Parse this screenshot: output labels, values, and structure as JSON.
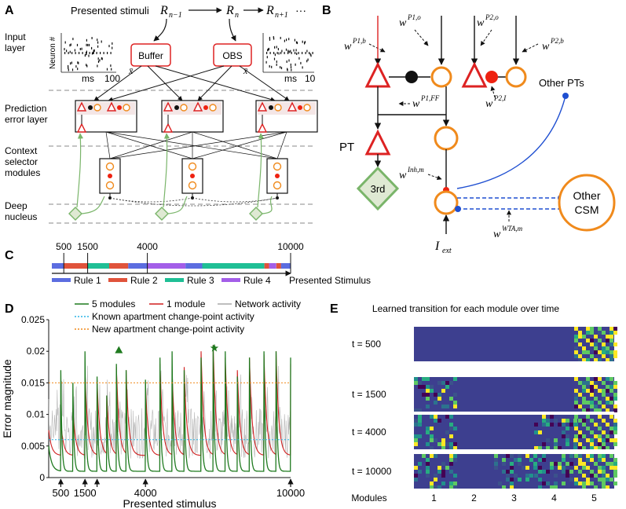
{
  "panels": {
    "a": "A",
    "b": "B",
    "c": "C",
    "d": "D",
    "e": "E"
  },
  "panel_a": {
    "presented_stimuli": "Presented stimuli",
    "r_prev": "R",
    "r_prev_sub": "n−1",
    "r_cur": "R",
    "r_cur_sub": "n",
    "r_next": "R",
    "r_next_sub": "n+1",
    "ellipsis": "···",
    "buffer": "Buffer",
    "obs": "OBS",
    "x_bar": "x̄",
    "raster_ylabel": "Neuron #",
    "raster_xlabel": "ms",
    "raster_tick_1": "100",
    "raster_tick_2": "10",
    "layers": [
      "Input\nlayer",
      "Prediction\nerror layer",
      "Context\nselector\nmodules",
      "Deep\nnucleus"
    ]
  },
  "panel_b": {
    "w_p1b": "w",
    "w_p1b_sup": "P1,b",
    "w_p1o": "w",
    "w_p1o_sup": "P1,o",
    "w_p2o": "w",
    "w_p2o_sup": "P2,o",
    "w_p2b": "w",
    "w_p2b_sup": "P2,b",
    "w_p2i": "w",
    "w_p2i_sup": "P2,I",
    "w_p1ff": "w",
    "w_p1ff_sup": "P1,FF",
    "w_inh": "w",
    "w_inh_sup": "Inh,m",
    "w_wta": "w",
    "w_wta_sup": "WTA,m",
    "i_ext": "I",
    "i_ext_sub": "ext",
    "pt": "PT",
    "third": "3rd",
    "other_pts": "Other PTs",
    "other_csm_1": "Other",
    "other_csm_2": "CSM"
  },
  "panel_c": {
    "ticks": [
      "500",
      "1500",
      "4000",
      "10000"
    ],
    "legend": [
      "Rule 1",
      "Rule 2",
      "Rule 3",
      "Rule 4"
    ],
    "presented": "Presented Stimulus",
    "colors": {
      "rule1": "#5c6de0",
      "rule2": "#e0533b",
      "rule3": "#1fbf95",
      "rule4": "#a35ee8"
    },
    "segments": [
      {
        "rule": 1,
        "start": 0,
        "end": 500
      },
      {
        "rule": 2,
        "start": 500,
        "end": 1500
      },
      {
        "rule": 3,
        "start": 1500,
        "end": 2400
      },
      {
        "rule": 2,
        "start": 2400,
        "end": 3200
      },
      {
        "rule": 1,
        "start": 3200,
        "end": 4000
      },
      {
        "rule": 4,
        "start": 4000,
        "end": 5600
      },
      {
        "rule": 1,
        "start": 5600,
        "end": 6300
      },
      {
        "rule": 3,
        "start": 6300,
        "end": 8900
      },
      {
        "rule": 2,
        "start": 8900,
        "end": 9100
      },
      {
        "rule": 4,
        "start": 9100,
        "end": 9400
      },
      {
        "rule": 2,
        "start": 9400,
        "end": 9600
      },
      {
        "rule": 1,
        "start": 9600,
        "end": 10000
      }
    ]
  },
  "chart_data": {
    "type": "line",
    "xlabel": "Presented stimulus",
    "ylabel": "Error magnitude",
    "ylim": [
      0,
      0.025
    ],
    "xlim": [
      0,
      10000
    ],
    "yticks": [
      "0",
      "0.005",
      "0.01",
      "0.015",
      "0.02",
      "0.025"
    ],
    "xticks": [
      "500",
      "1500",
      "4000",
      "10000"
    ],
    "legend": {
      "five_modules": "5 modules",
      "one_module": "1 module",
      "network": "Network activity",
      "known": "Known apartment change-point activity",
      "new": "New apartment change-point activity"
    },
    "colors": {
      "five_modules": "#1f7a1f",
      "one_module": "#d11f1f",
      "network": "#a8a8a8",
      "known": "#2ab3e6",
      "new": "#f08a1c"
    },
    "known_level": 0.006,
    "new_level": 0.015,
    "change_points": [
      500,
      1000,
      1500,
      2000,
      2400,
      2800,
      3200,
      4000,
      4600,
      5100,
      5600,
      6300,
      6800,
      7300,
      7800,
      8300,
      8900,
      9400,
      10000
    ],
    "green_peaks": [
      0.017,
      0.015,
      0.02,
      0.016,
      0.013,
      0.018,
      0.017,
      0.0155,
      0.019,
      0.02,
      0.017,
      0.019,
      0.021,
      0.02,
      0.016,
      0.019,
      0.02,
      0.02,
      0.019
    ],
    "red_peaks": [
      0.009,
      0.011,
      0.017,
      0.0155,
      0.013,
      0.0175,
      0.017,
      0.015,
      0.018,
      0.017,
      0.0175,
      0.02,
      0.021,
      0.019,
      0.017,
      0.019,
      0.0195,
      0.02,
      0.018
    ],
    "triangle_marker": {
      "x": 2900,
      "y": 0.0202
    },
    "star_marker": {
      "x": 6850,
      "y": 0.0205
    }
  },
  "panel_e": {
    "title": "Learned transition for each module over time",
    "rows": [
      "t = 500",
      "t = 1500",
      "t = 4000",
      "t = 10000"
    ],
    "xlabel": "Modules",
    "modules": [
      "1",
      "2",
      "3",
      "4",
      "5"
    ]
  }
}
